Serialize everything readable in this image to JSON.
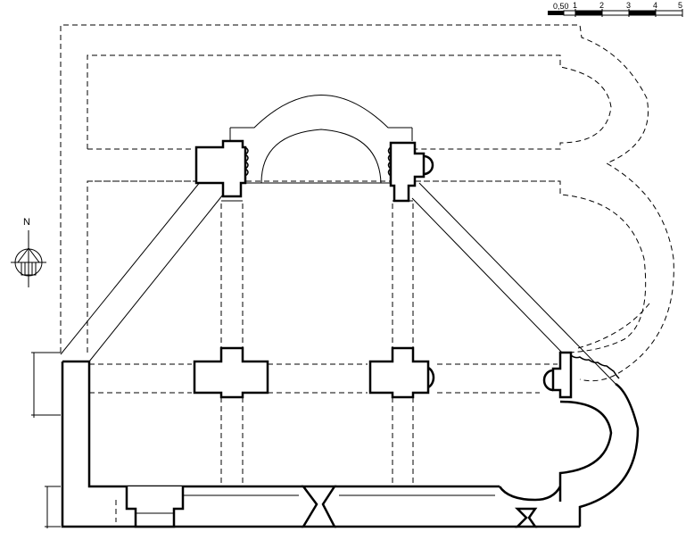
{
  "north_arrow": {
    "label": "N"
  },
  "scale_bar": {
    "labels": [
      "0,50",
      "1",
      "2",
      "3",
      "4",
      "5"
    ]
  }
}
